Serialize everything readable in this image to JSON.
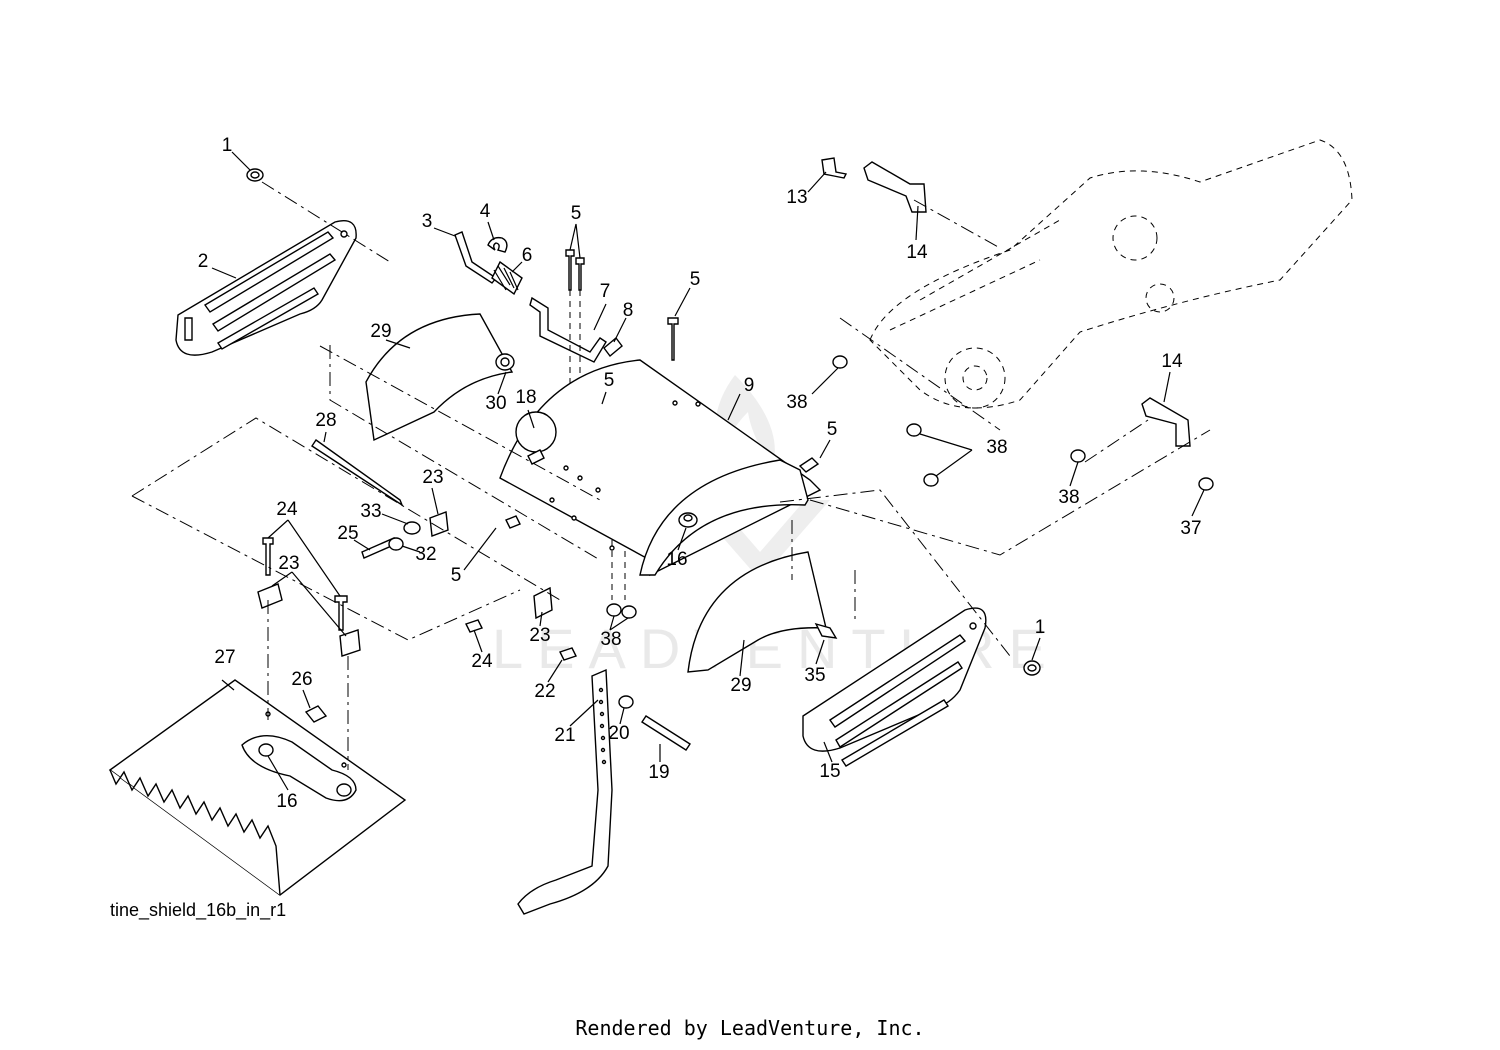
{
  "diagram_code": "tine_shield_16b_in_r1",
  "footer": "Rendered by LeadVenture, Inc.",
  "watermark_text": "LEADVENTURE",
  "callouts": {
    "c1a": "1",
    "c2": "2",
    "c3": "3",
    "c4": "4",
    "c5a": "5",
    "c6": "6",
    "c7": "7",
    "c8": "8",
    "c5b": "5",
    "c29a": "29",
    "c30": "30",
    "c18": "18",
    "c5c": "5",
    "c9": "9",
    "c28": "28",
    "c5d": "5",
    "c23a": "23",
    "c33": "33",
    "c25": "25",
    "c32": "32",
    "c5e": "5",
    "c24a": "24",
    "c23b": "23",
    "c16a": "16",
    "c23c": "23",
    "c38a": "38",
    "c24b": "24",
    "c22": "22",
    "c21": "21",
    "c20": "20",
    "c19": "19",
    "c29b": "29",
    "c35": "35",
    "c15": "15",
    "c1b": "1",
    "c27": "27",
    "c26": "26",
    "c16b": "16",
    "c13": "13",
    "c14a": "14",
    "c38b": "38",
    "c38c": "38",
    "c14b": "14",
    "c38d": "38",
    "c37": "37"
  }
}
